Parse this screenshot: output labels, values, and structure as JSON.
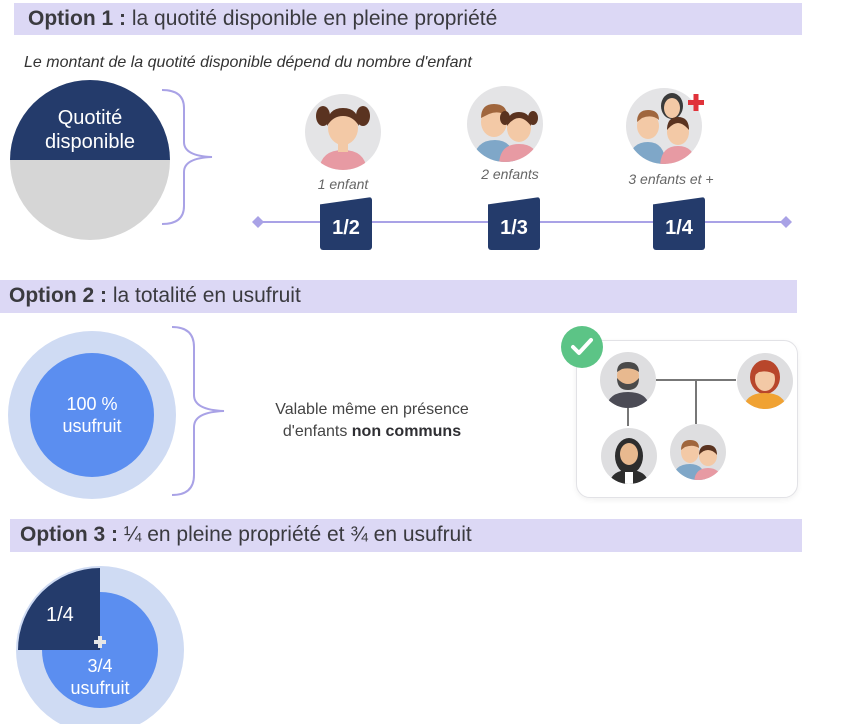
{
  "option1": {
    "label": "Option 1 :",
    "title": "la quotité disponible en pleine propriété",
    "subtitle": "Le montant de la quotité disponible dépend du nombre d'enfant",
    "pie_label_line1": "Quotité",
    "pie_label_line2": "disponible",
    "children": [
      {
        "caption": "1 enfant",
        "fraction": "1/2"
      },
      {
        "caption": "2 enfants",
        "fraction": "1/3"
      },
      {
        "caption": "3 enfants et +",
        "fraction": "1/4"
      }
    ]
  },
  "option2": {
    "label": "Option 2 :",
    "title": "la totalité en usufruit",
    "circle_line1": "100 %",
    "circle_line2": "usufruit",
    "text_line1": "Valable même en présence",
    "text_line2_prefix": "d'enfants ",
    "text_line2_bold": "non communs"
  },
  "option3": {
    "label": "Option 3 :",
    "title": "¼ en pleine propriété et ¾ en usufruit",
    "quarter_label": "1/4",
    "remaining_line1": "3/4",
    "remaining_line2": "usufruit"
  },
  "colors": {
    "band": "#dcd8f5",
    "navy": "#243b6b",
    "blue": "#5b8ef0",
    "light_blue": "#cfdbf3",
    "grey": "#d6d6d6",
    "green": "#5cc486",
    "line": "#a9a2e6"
  }
}
